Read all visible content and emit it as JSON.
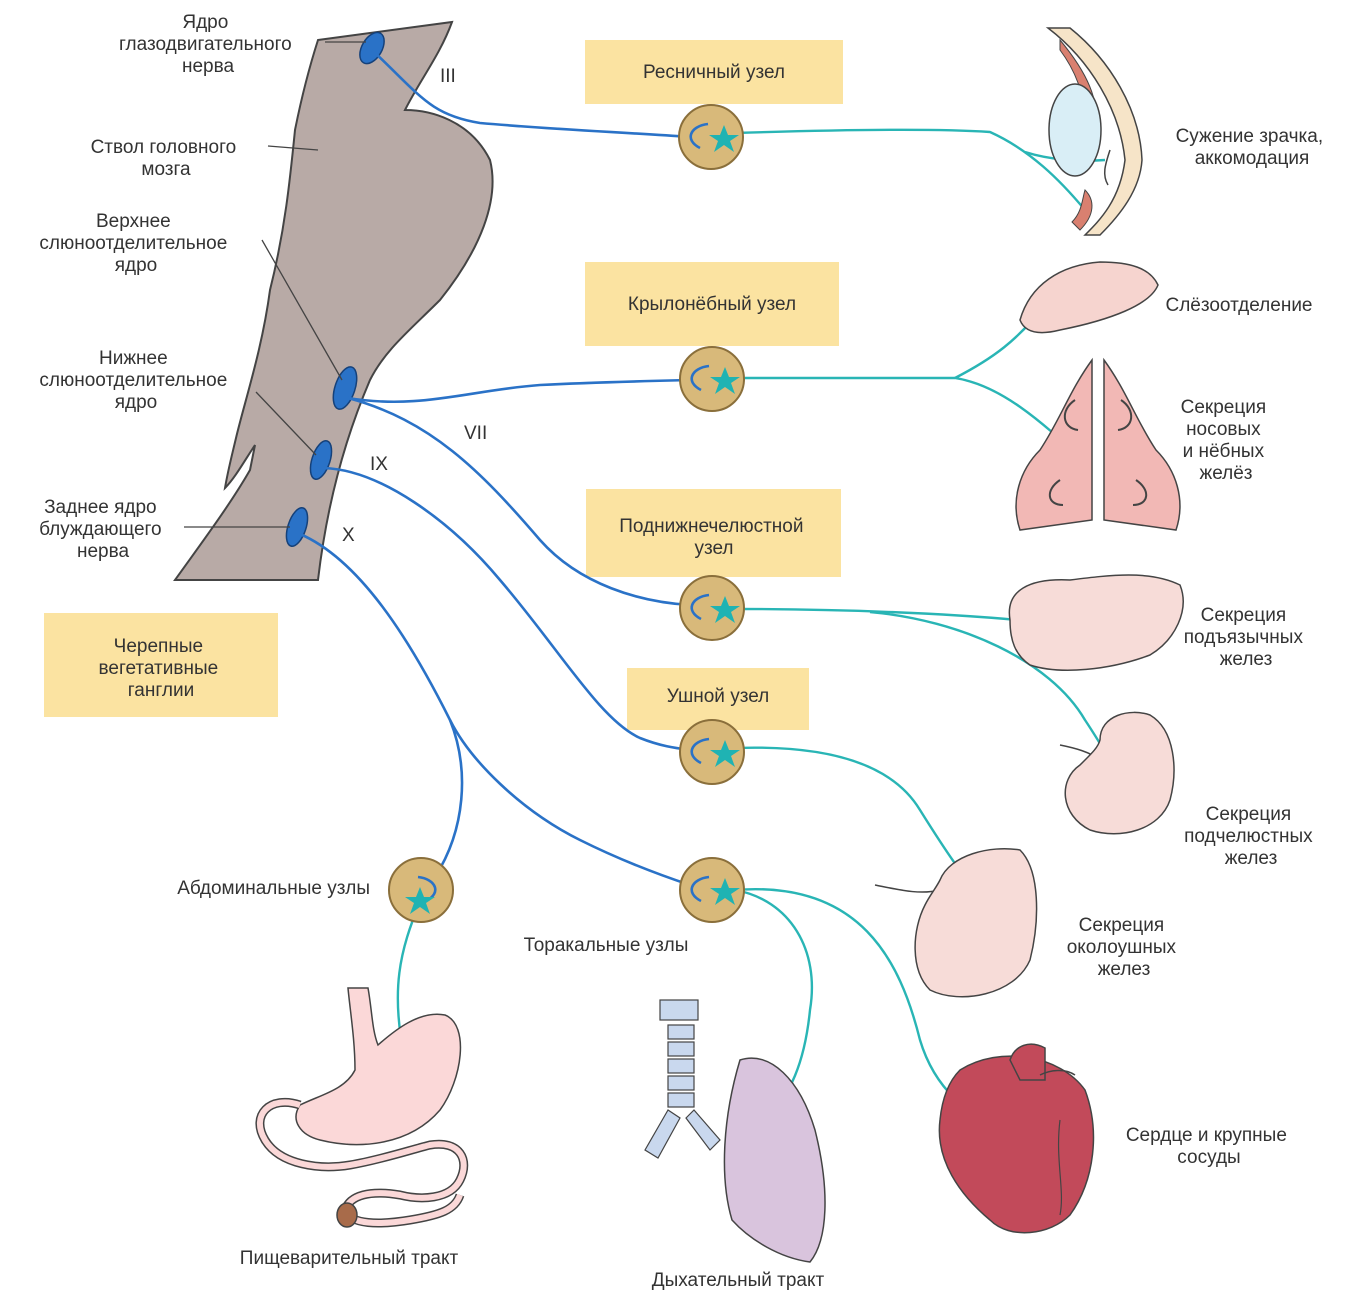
{
  "title_box": [
    "Черепные",
    "вегетативные",
    "ганглии"
  ],
  "nuclei": {
    "oculomotor": [
      "Ядро",
      "глазодвигательного",
      "нерва"
    ],
    "brainstem": [
      "Ствол головного",
      "мозга"
    ],
    "sup_salivatory": [
      "Верхнее",
      "слюноотделительное",
      "ядро"
    ],
    "inf_salivatory": [
      "Нижнее",
      "слюноотделительное",
      "ядро"
    ],
    "vagus": [
      "Заднее ядро",
      "блуждающего",
      "нерва"
    ]
  },
  "nerves": {
    "n3": "III",
    "n7": "VII",
    "n9": "IX",
    "n10": "X"
  },
  "ganglia": {
    "ciliary": [
      "Ресничный узел"
    ],
    "pterygopalatine": [
      "Крылонёбный узел"
    ],
    "submandibular": [
      "Поднижнечелюстной",
      "узел"
    ],
    "otic": [
      "Ушной узел"
    ],
    "abdominal": "Абдоминальные узлы",
    "thoracic": "Торакальные узлы"
  },
  "effects": {
    "pupil": [
      "Сужение зрачка,",
      "аккомодация"
    ],
    "lacrimal": "Слёзоотделение",
    "nasal": [
      "Секреция",
      "носовых",
      "и нёбных",
      "желёз"
    ],
    "sublingual": [
      "Секреция",
      "подъязычных",
      "желез"
    ],
    "submandibular": [
      "Секреция",
      "подчелюстных",
      "желез"
    ],
    "parotid": [
      "Секреция",
      "околоушных",
      "желез"
    ],
    "heart": [
      "Сердце и крупные",
      "сосуды"
    ],
    "digestive": "Пищеварительный тракт",
    "respiratory": "Дыхательный тракт"
  },
  "colors": {
    "preganglionic": "#2a72c7",
    "postganglionic": "#29b5b5",
    "ganglion": "#d8b97a",
    "box": "#fbe3a1",
    "brainstem": "#b8aaa6"
  }
}
